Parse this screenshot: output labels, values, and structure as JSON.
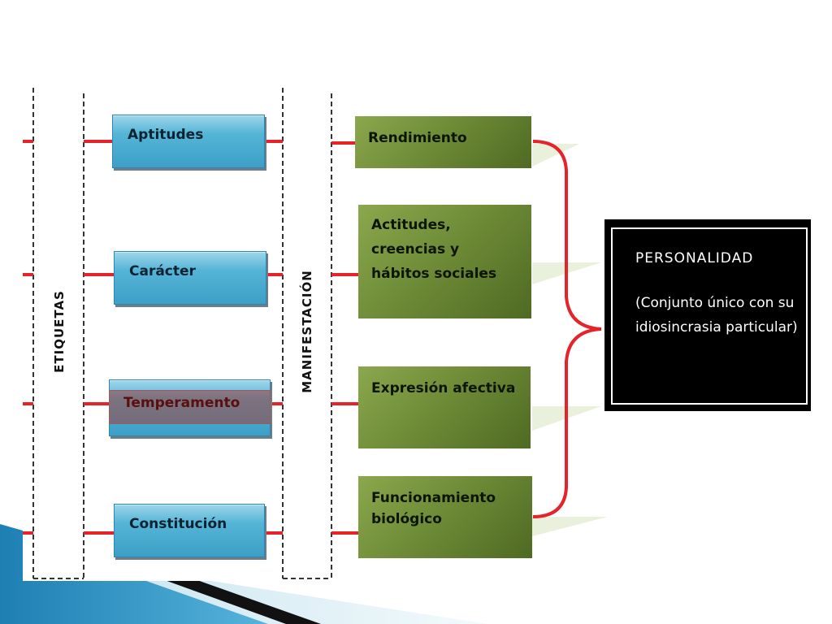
{
  "diagram": {
    "etiquetas_label": "ETIQUETAS",
    "manifestacion_label": "MANIFESTACIÓN",
    "labels_left": [
      {
        "text": "Aptitudes"
      },
      {
        "text": "Carácter"
      },
      {
        "text": "Temperamento"
      },
      {
        "text": "Constitución"
      }
    ],
    "manifestations": [
      {
        "text": "Rendimiento"
      },
      {
        "text": "Actitudes, creencias y hábitos sociales"
      },
      {
        "text": "Expresión afectiva"
      },
      {
        "text": "Funcionamiento biológico"
      }
    ],
    "personality": {
      "title": "PERSONALIDAD",
      "description": "(Conjunto único con su idiosincrasia particular)"
    },
    "colors": {
      "connector": "#e5232a",
      "blue_box": "#4fb0d6",
      "green_box": "#6f8c38",
      "temperament_highlight": "#964646",
      "personality_bg": "#000000"
    }
  }
}
